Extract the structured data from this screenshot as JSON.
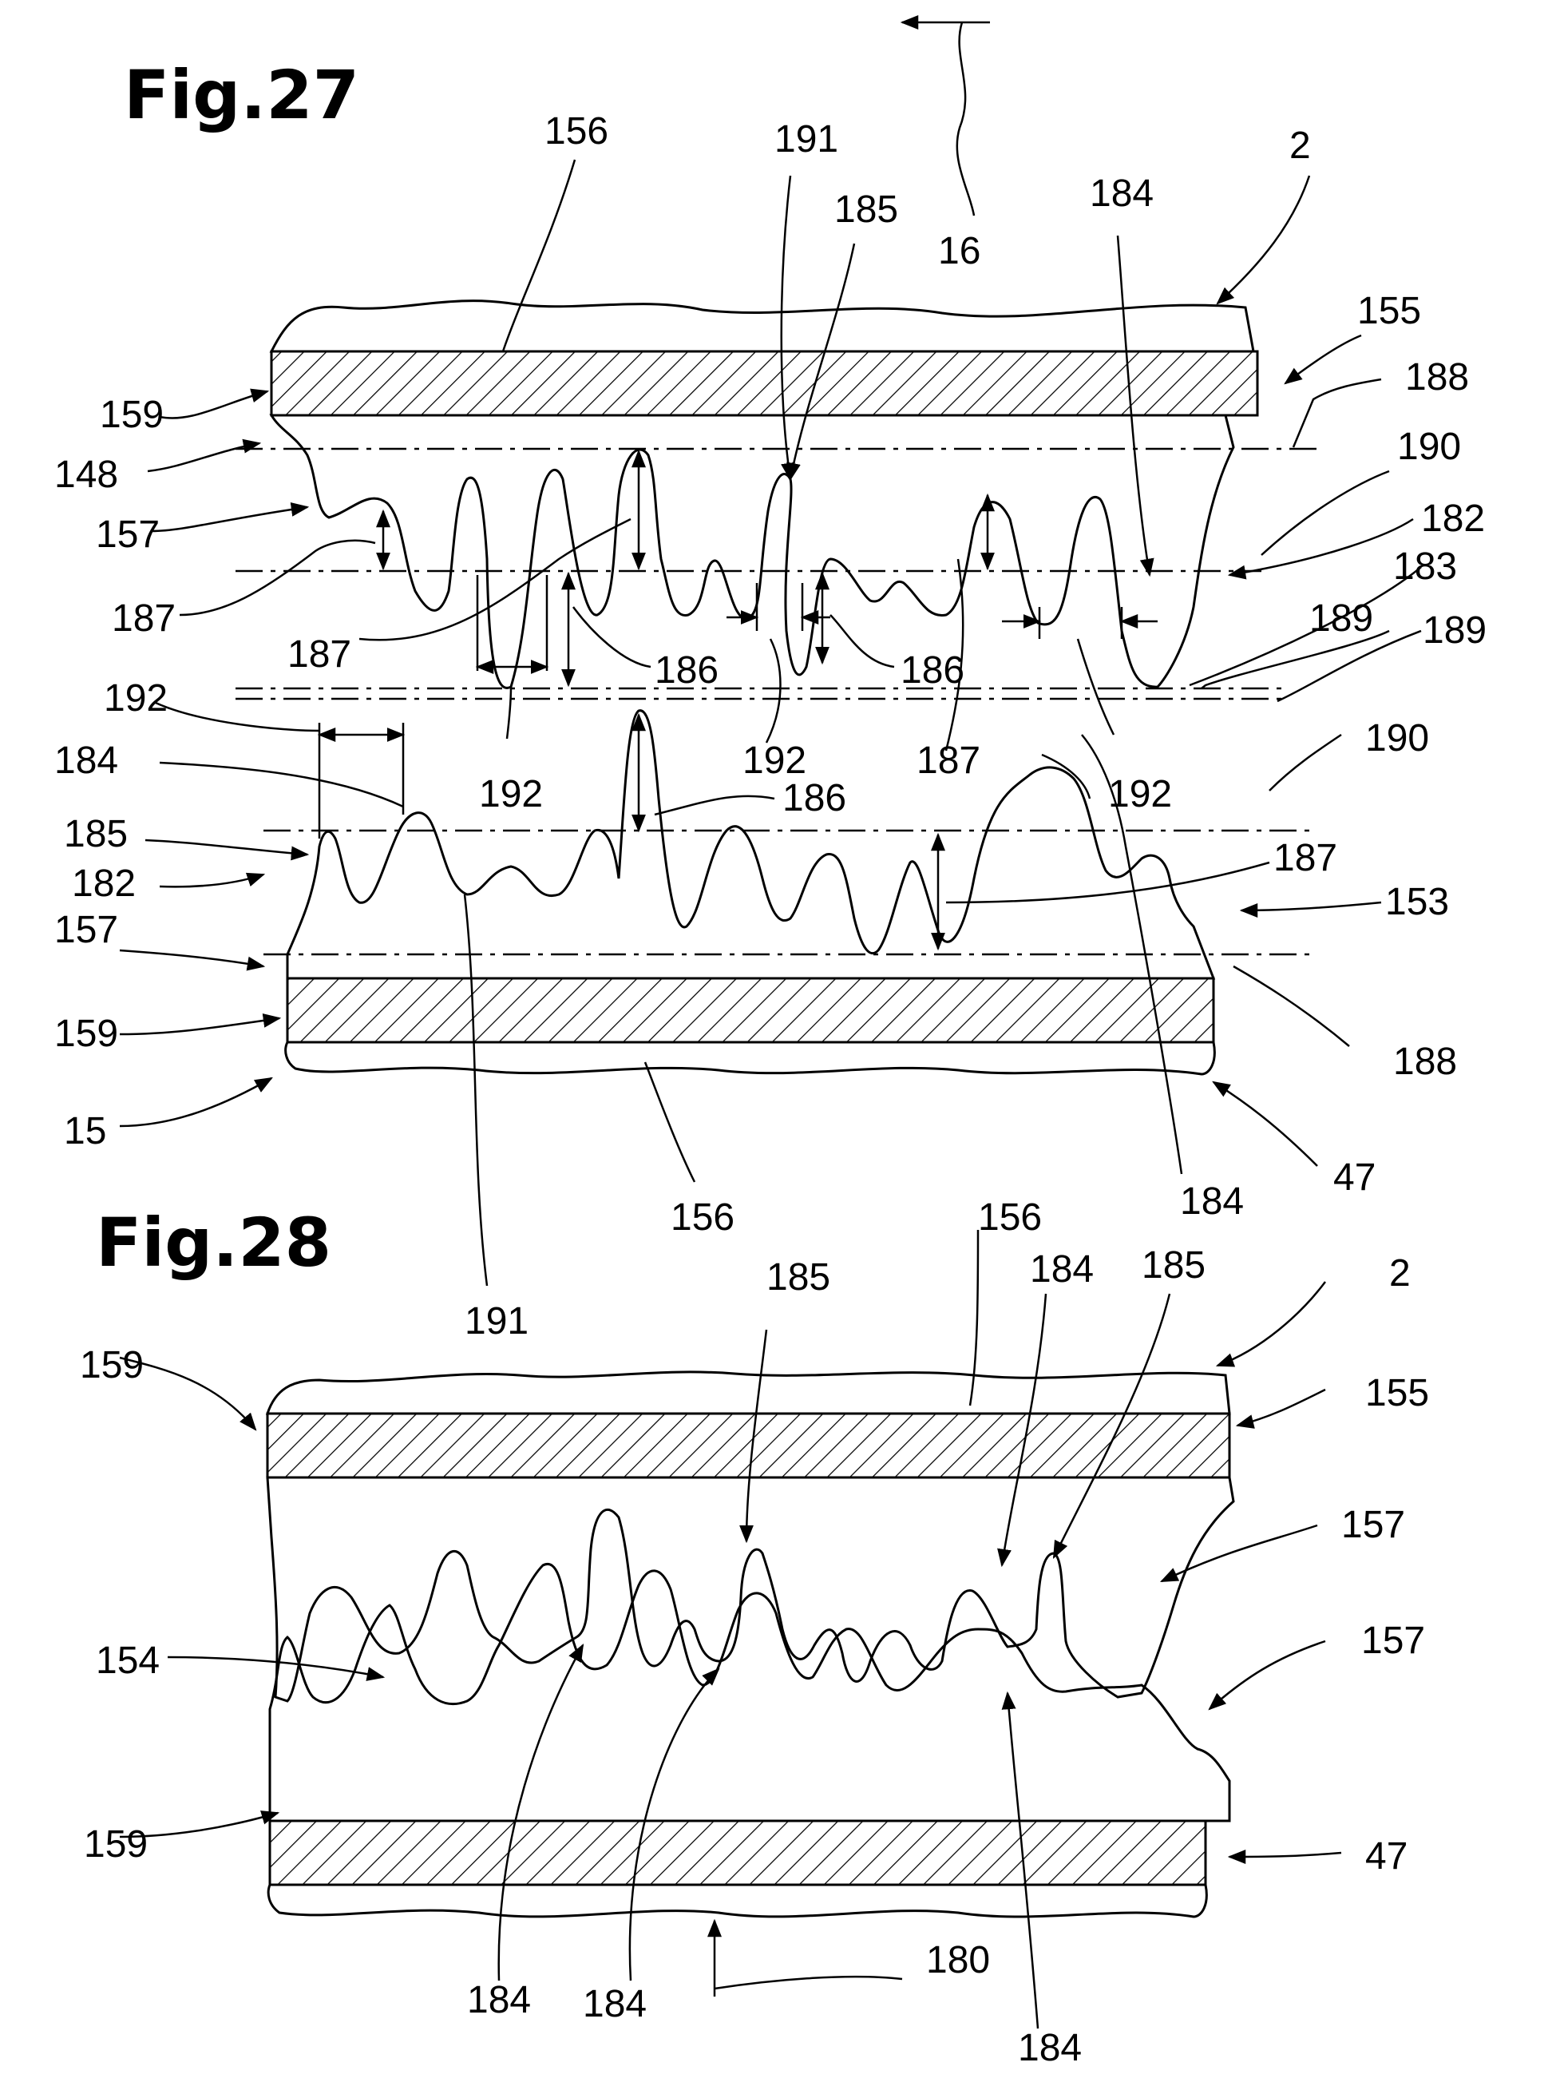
{
  "figures": [
    {
      "id": "fig27",
      "title": "Fig.27"
    },
    {
      "id": "fig28",
      "title": "Fig.28"
    }
  ],
  "labels": {
    "fig27": {
      "l156a": "156",
      "l191a": "191",
      "l185a": "185",
      "l16": "16",
      "l184a": "184",
      "l2a": "2",
      "l155a": "155",
      "l188a": "188",
      "l190a": "190",
      "l182a": "182",
      "l183": "183",
      "l189a": "189",
      "l189b": "189",
      "l159a": "159",
      "l148": "148",
      "l157a": "157",
      "l187a": "187",
      "l187b": "187",
      "l186a": "186",
      "l186b": "186",
      "l192a": "192",
      "l192b": "192",
      "l192c": "192",
      "l192d": "192",
      "l187c": "187",
      "l186c": "186",
      "l184b": "184",
      "l185b": "185",
      "l182b": "182",
      "l157b": "157",
      "l159b": "159",
      "l15": "15",
      "l190b": "190",
      "l187d": "187",
      "l153": "153",
      "l188b": "188",
      "l47a": "47",
      "l156b": "156",
      "l184c": "184",
      "l191b": "191"
    },
    "fig28": {
      "l156": "156",
      "l185a": "185",
      "l184a": "184",
      "l185b": "185",
      "l2": "2",
      "l159a": "159",
      "l155": "155",
      "l157a": "157",
      "l154": "154",
      "l157b": "157",
      "l159b": "159",
      "l47": "47",
      "l184b": "184",
      "l184c": "184",
      "l180": "180",
      "l184d": "184"
    }
  },
  "colors": {
    "ink": "#000000",
    "paper": "#ffffff"
  }
}
